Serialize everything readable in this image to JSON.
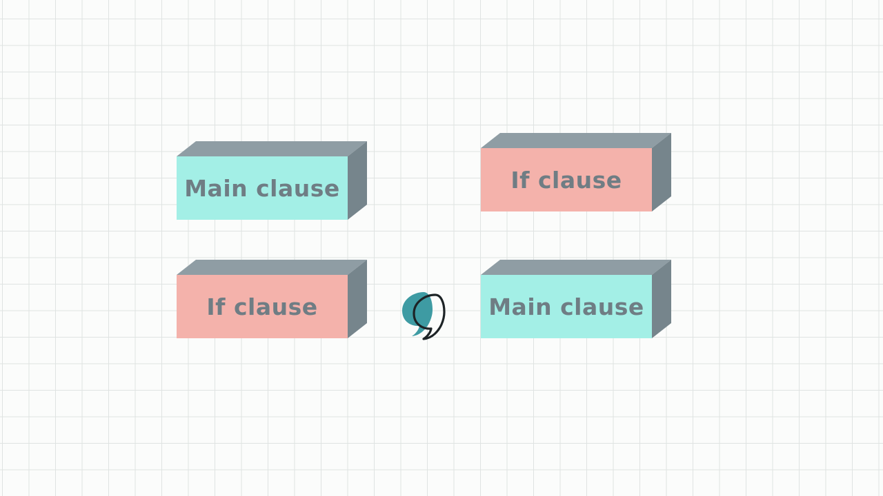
{
  "colors": {
    "main_clause_face": "#a3efe6",
    "if_clause_face": "#f4b2ab",
    "block_top": "#8f9da4",
    "block_side": "#76858c",
    "label_text": "#6f7d84",
    "comma_fill": "#3e9ba3",
    "comma_outline": "#1d2326"
  },
  "rows": [
    {
      "left": {
        "kind": "main",
        "label": "Main clause"
      },
      "right": {
        "kind": "if",
        "label": "If clause"
      }
    },
    {
      "left": {
        "kind": "if",
        "label": "If clause"
      },
      "connector": {
        "icon": "comma-icon"
      },
      "right": {
        "kind": "main",
        "label": "Main clause"
      }
    }
  ]
}
